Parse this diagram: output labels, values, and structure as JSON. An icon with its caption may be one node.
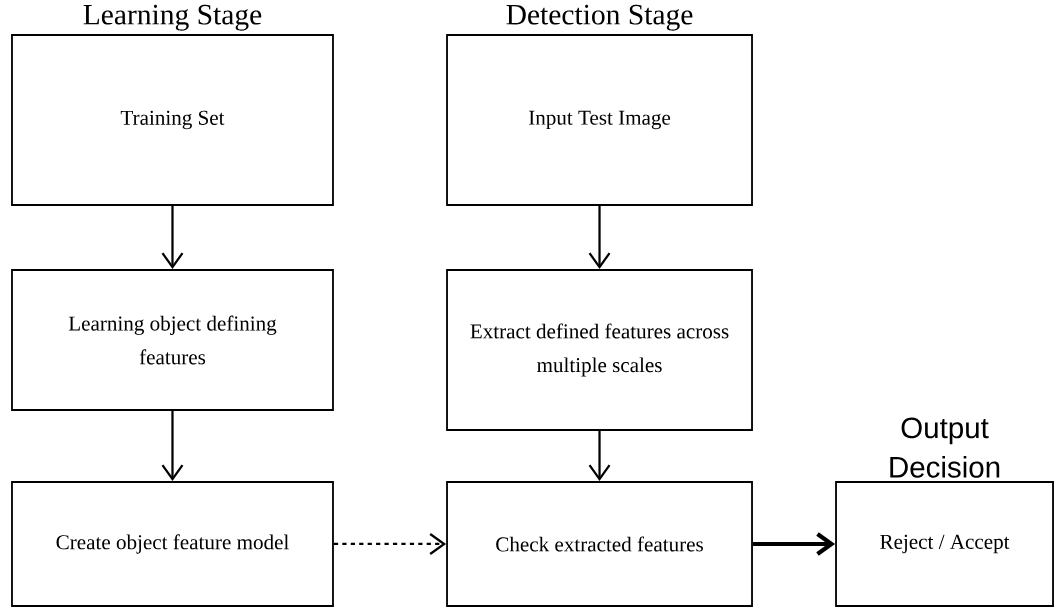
{
  "diagram": {
    "nodes": [
      {
        "text": [
          "Learning Stage",
          "Training Set"
        ]
      },
      {
        "text": [
          "Learning object defining features"
        ]
      },
      {
        "text": [
          "Create object feature model"
        ]
      },
      {
        "text": [
          "Detection Stage",
          "Input Test Image"
        ]
      },
      {
        "text": [
          "Extract defined features across multiple scales"
        ]
      },
      {
        "text": [
          "Check extracted features"
        ]
      },
      {
        "text": [
          "Output Decision",
          "Reject / Accept"
        ]
      }
    ],
    "edges": [
      {
        "from": 0,
        "to": 1,
        "arrow": "to"
      },
      {
        "from": 1,
        "to": 2,
        "arrow": "to"
      },
      {
        "from": 3,
        "to": 4,
        "arrow": "to"
      },
      {
        "from": 4,
        "to": 5,
        "arrow": "to"
      },
      {
        "from": 2,
        "to": 5,
        "arrow": "to",
        "style": "dashed"
      },
      {
        "from": 5,
        "to": 6,
        "arrow": "to",
        "style": "thick"
      }
    ]
  }
}
